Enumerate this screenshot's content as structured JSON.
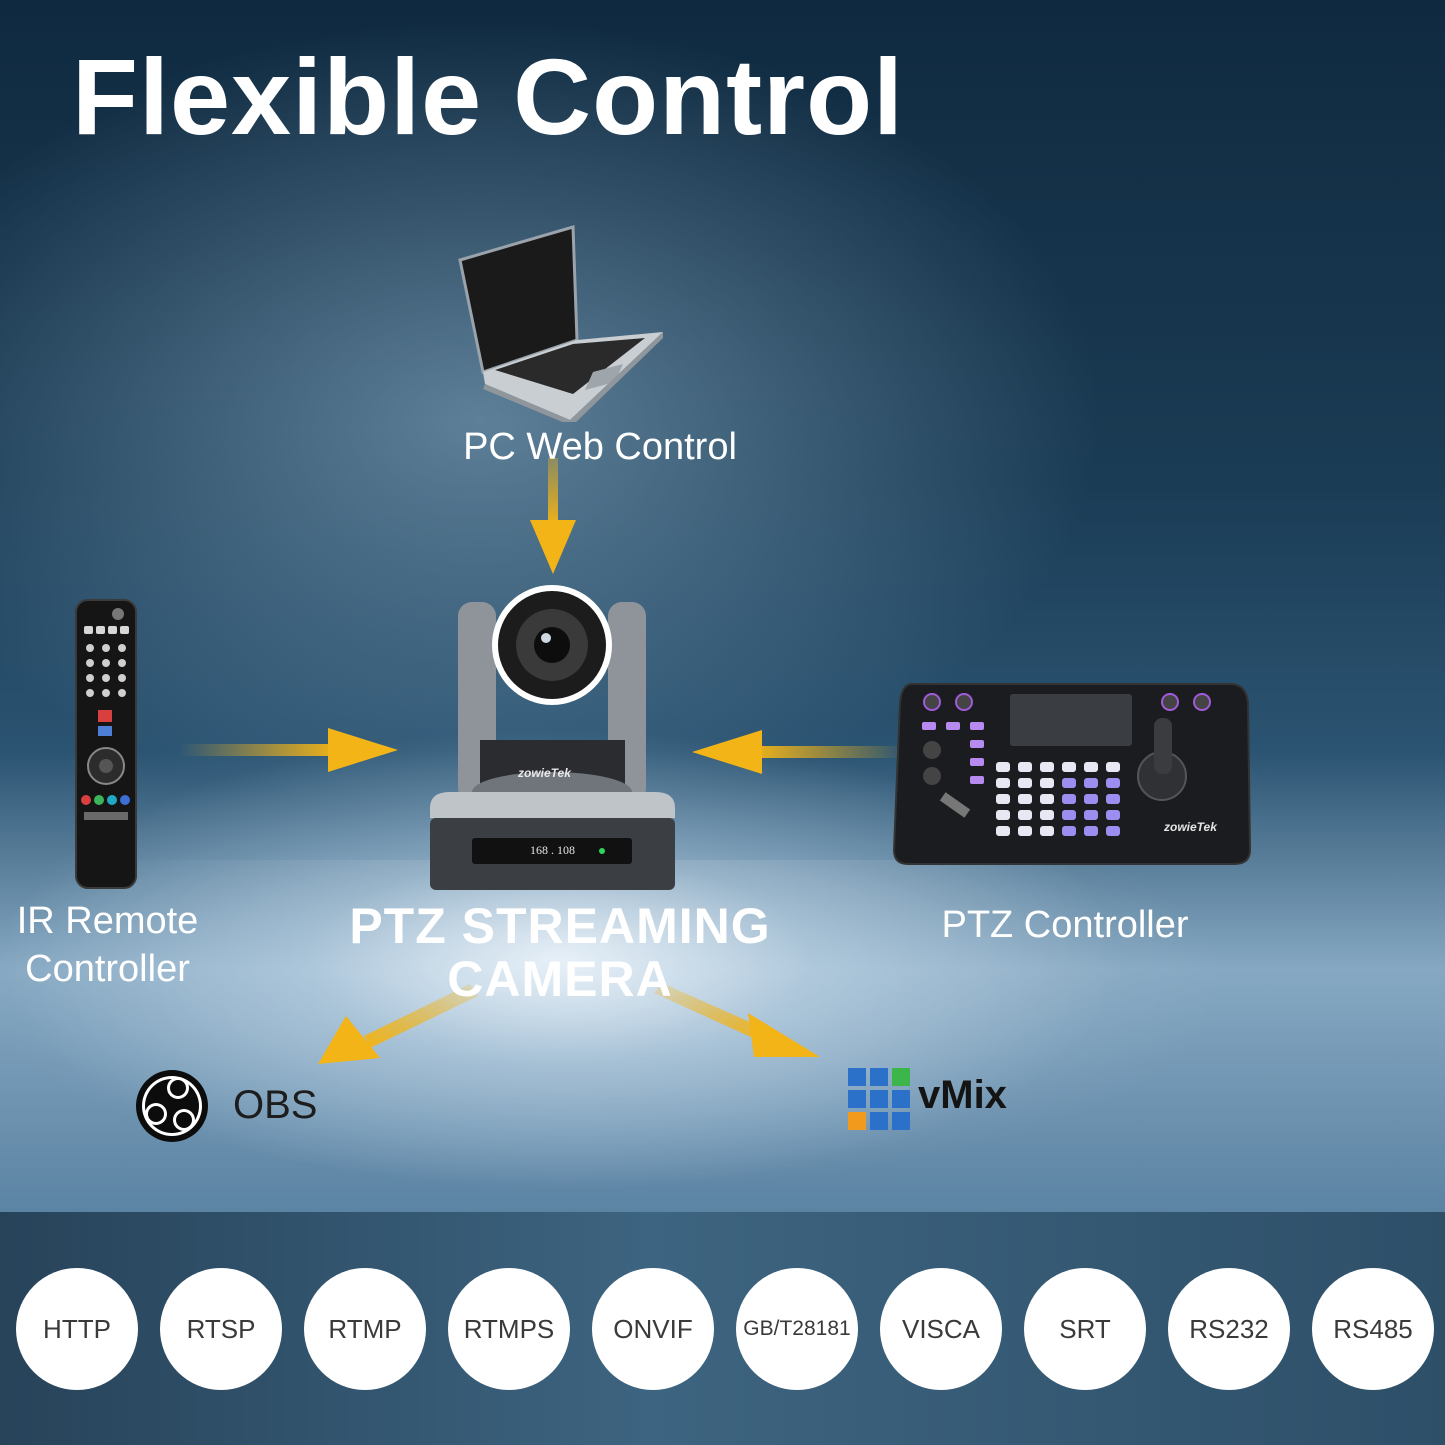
{
  "title": "Flexible Control",
  "labels": {
    "pc": "PC Web Control",
    "ir_line1": "IR Remote",
    "ir_line2": "Controller",
    "controller": "PTZ Controller",
    "camera_line1": "PTZ STREAMING",
    "camera_line2": "CAMERA"
  },
  "camera": {
    "display": "168 . 108",
    "brand": "zowieTek"
  },
  "controller_brand": "zowieTek",
  "software": {
    "obs": {
      "name": "OBS",
      "icon": "obs-logo-icon"
    },
    "vmix": {
      "name": "vMix",
      "icon": "vmix-grid-icon"
    }
  },
  "protocols": [
    "HTTP",
    "RTSP",
    "RTMP",
    "RTMPS",
    "ONVIF",
    "GB/T28181",
    "VISCA",
    "SRT",
    "RS232",
    "RS485"
  ],
  "colors": {
    "arrow": "#f2b417",
    "text": "#ffffff",
    "protocol_text": "#3a3a3a"
  }
}
